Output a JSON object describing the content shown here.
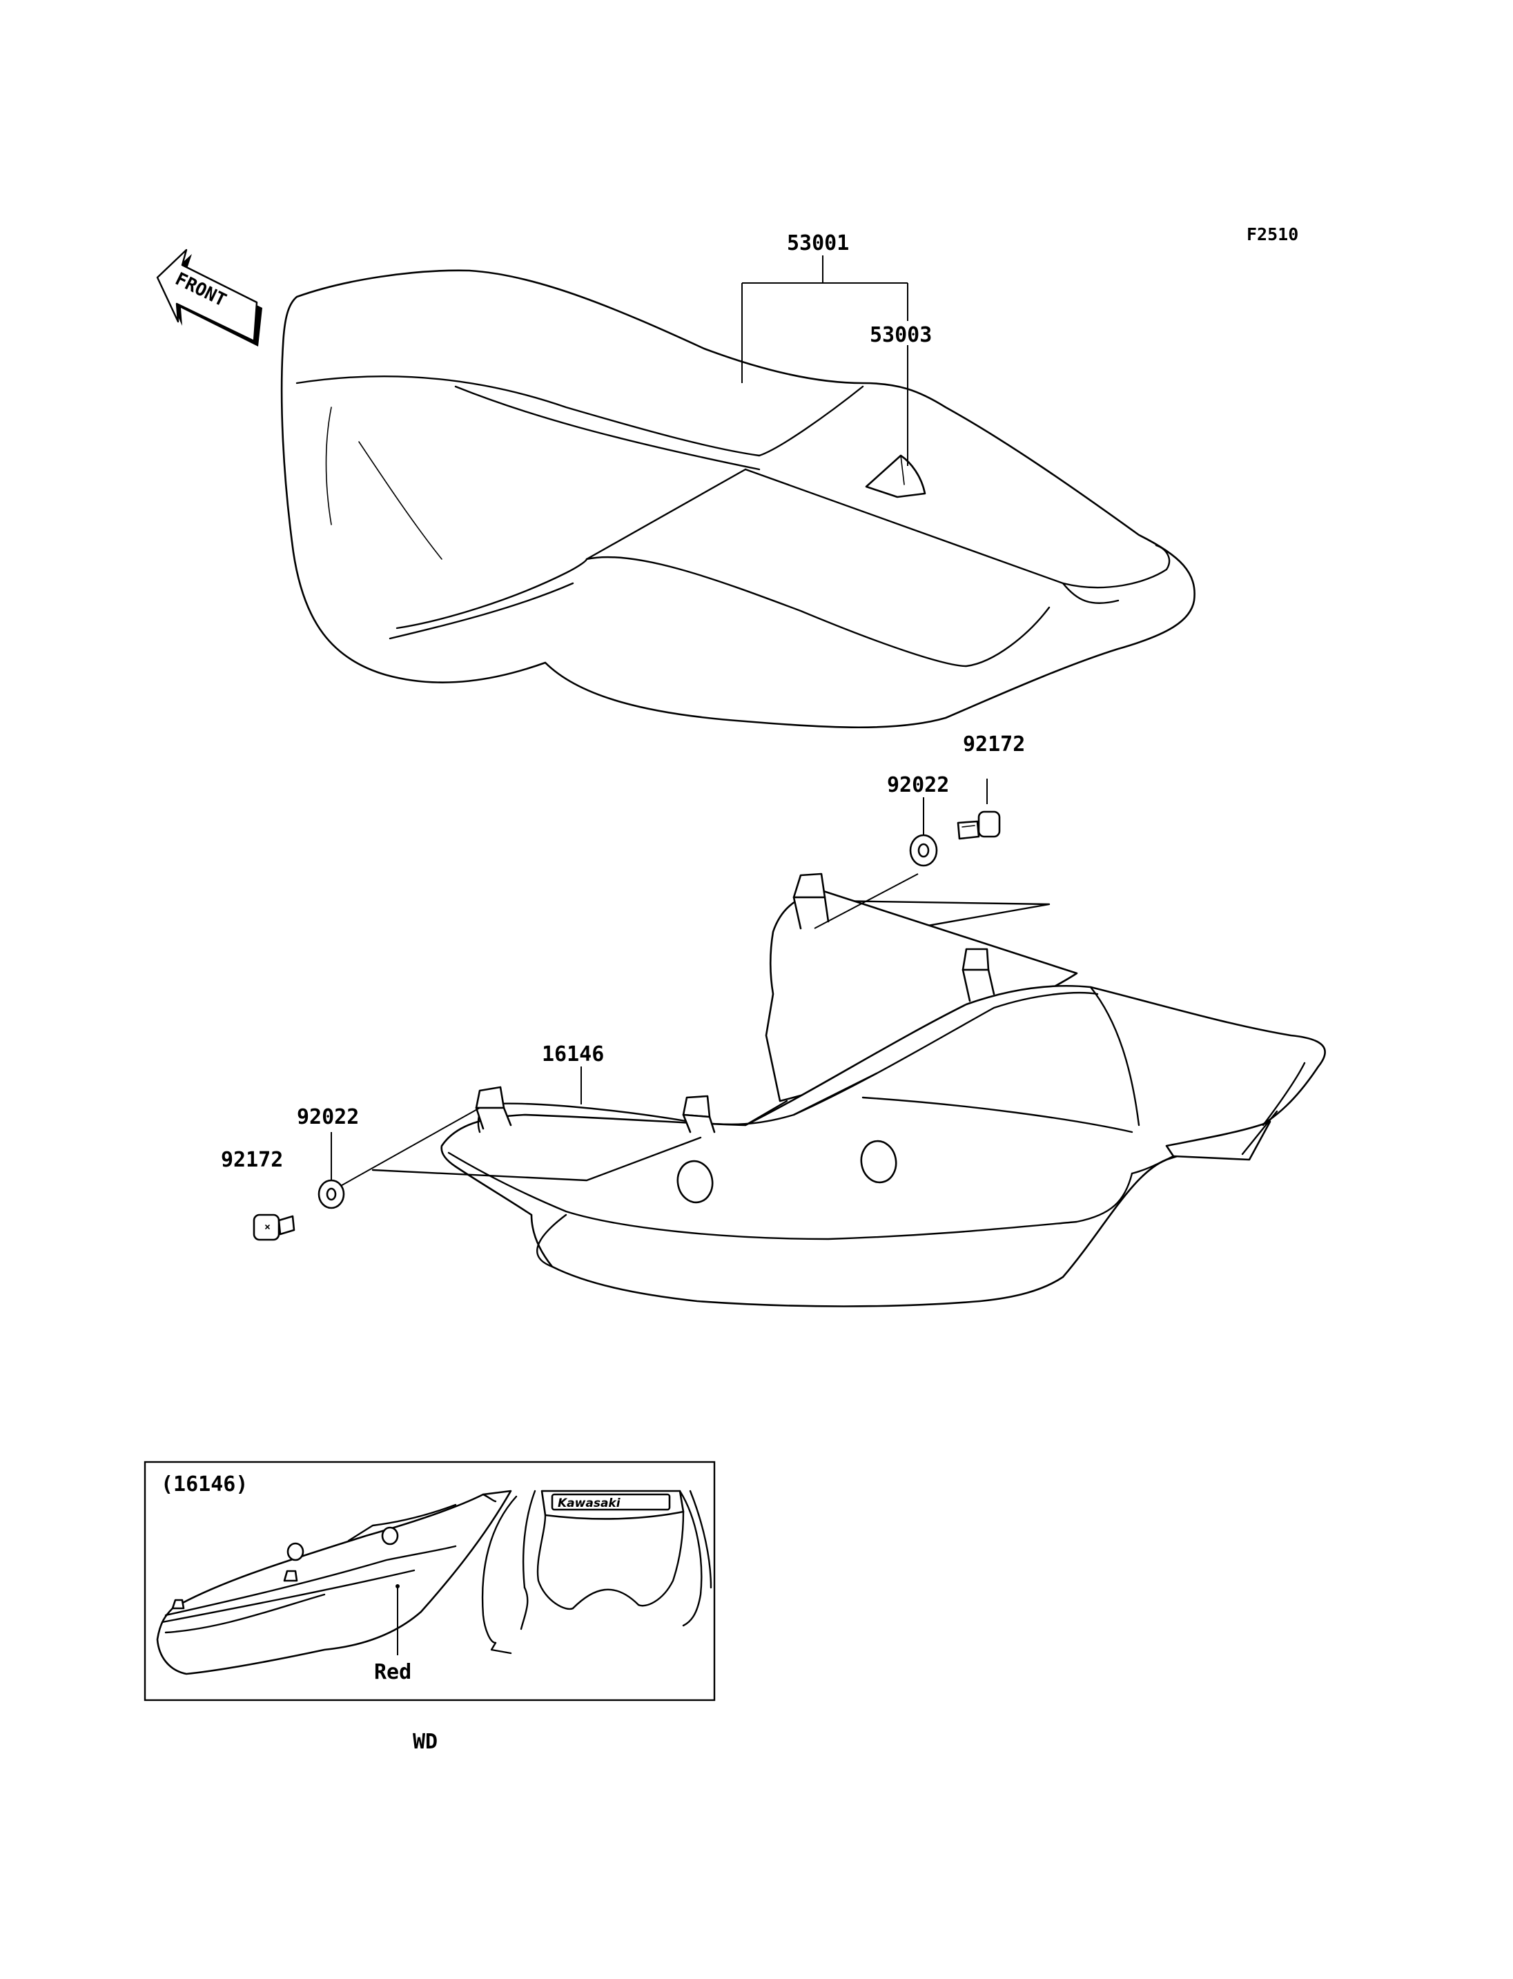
{
  "diagram_code": "F2510",
  "front_arrow": {
    "label": "FRONT"
  },
  "parts": {
    "seat": "53001",
    "seat_strap": "53003",
    "tail_cover": "16146",
    "washer_right": "92022",
    "bolt_right": "92172",
    "washer_left": "92022",
    "bolt_left": "92172"
  },
  "inset": {
    "title": "(16146)",
    "color_label": "Red",
    "badge_text": "Kawasaki",
    "caption": "WD"
  }
}
